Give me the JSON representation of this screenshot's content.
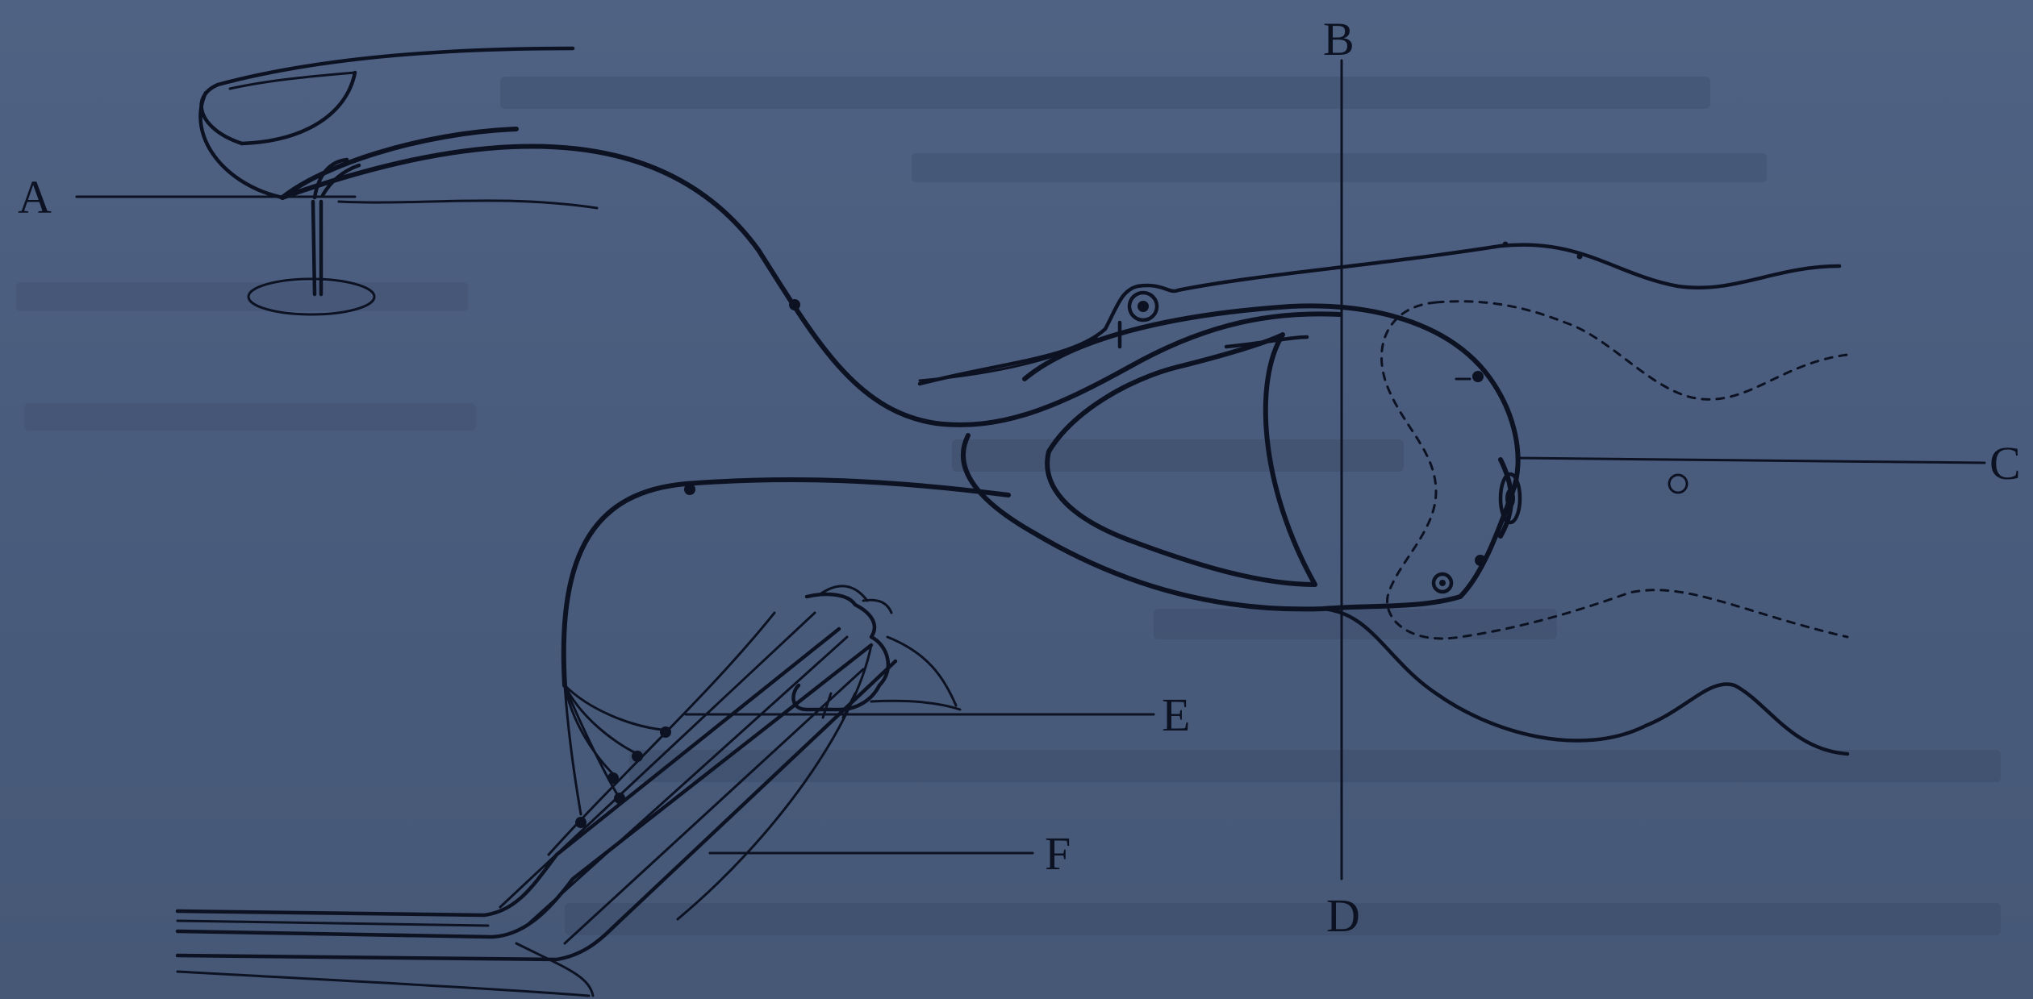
{
  "diagram": {
    "labels": {
      "a": "A",
      "b": "B",
      "c": "C",
      "d": "D",
      "e": "E",
      "f": "F"
    }
  },
  "colors": {
    "ink": "#0d1222",
    "paper": "#4a5c7c"
  }
}
